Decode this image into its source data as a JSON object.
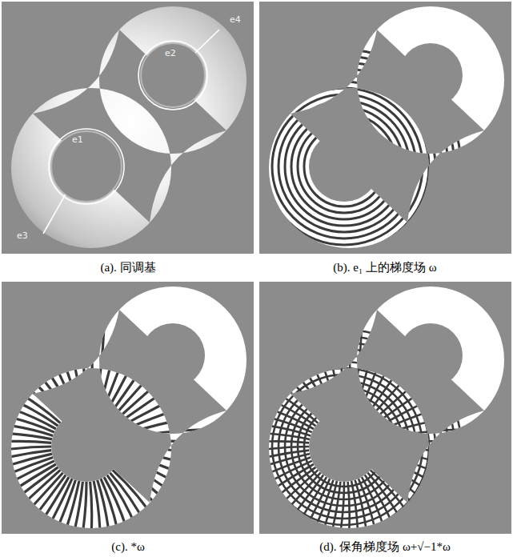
{
  "diagram": {
    "labels": [
      "e4",
      "e2",
      "e1",
      "e3",
      "(a). 同调基",
      "(b). e₁ 上的梯度场 ω",
      "(c). *ω",
      "(d). 保角梯度场 ω+√−1*ω"
    ]
  }
}
